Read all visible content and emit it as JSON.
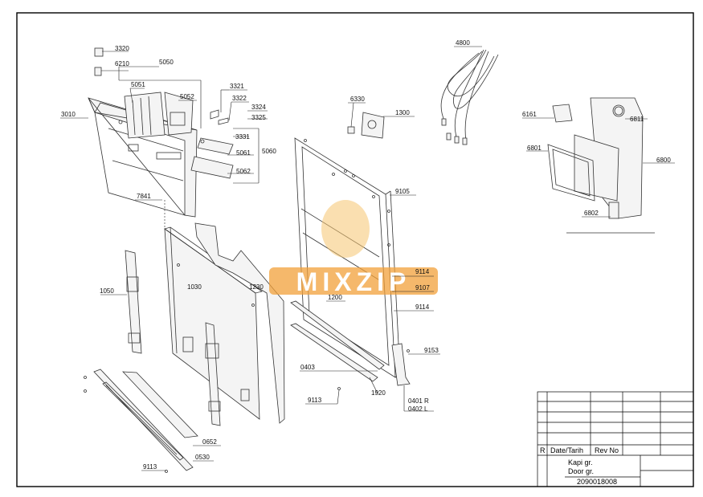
{
  "callouts": {
    "c3320": "3320",
    "c6210": "6210",
    "c5050": "5050",
    "c5051": "5051",
    "c5052": "5052",
    "c3010": "3010",
    "c3321": "3321",
    "c3322": "3322",
    "c3324": "3324",
    "c3325": "3325",
    "c3331": "3331",
    "c5061": "5061",
    "c5060": "5060",
    "c5062": "5062",
    "c7841": "7841",
    "c4800": "4800",
    "c6330": "6330",
    "c1300": "1300",
    "c9105": "9105",
    "c6161": "6161",
    "c6811": "6811",
    "c6801": "6801",
    "c6800": "6800",
    "c6802": "6802",
    "c1050": "1050",
    "c1030": "1030",
    "c1230": "1230",
    "c1200": "1200",
    "c9114a": "9114",
    "c9107": "9107",
    "c9114b": "9114",
    "c9153": "9153",
    "c0403": "0403",
    "c1920": "1920",
    "c9113a": "9113",
    "c0401": "0401 R",
    "c0402": "0402 L",
    "c0652": "0652",
    "c0530": "0530",
    "c9113b": "9113"
  },
  "watermark": {
    "text": "MIXZIP",
    "color": "#f2a03a"
  },
  "title_block": {
    "rev_marker": "R",
    "date_header": "Date/Tarih",
    "rev_header": "Rev No",
    "title_tr": "Kapi gr.",
    "title_en": "Door gr.",
    "drawing_no": "2090018008"
  },
  "colors": {
    "frame": "#000000",
    "line": "#333333"
  }
}
